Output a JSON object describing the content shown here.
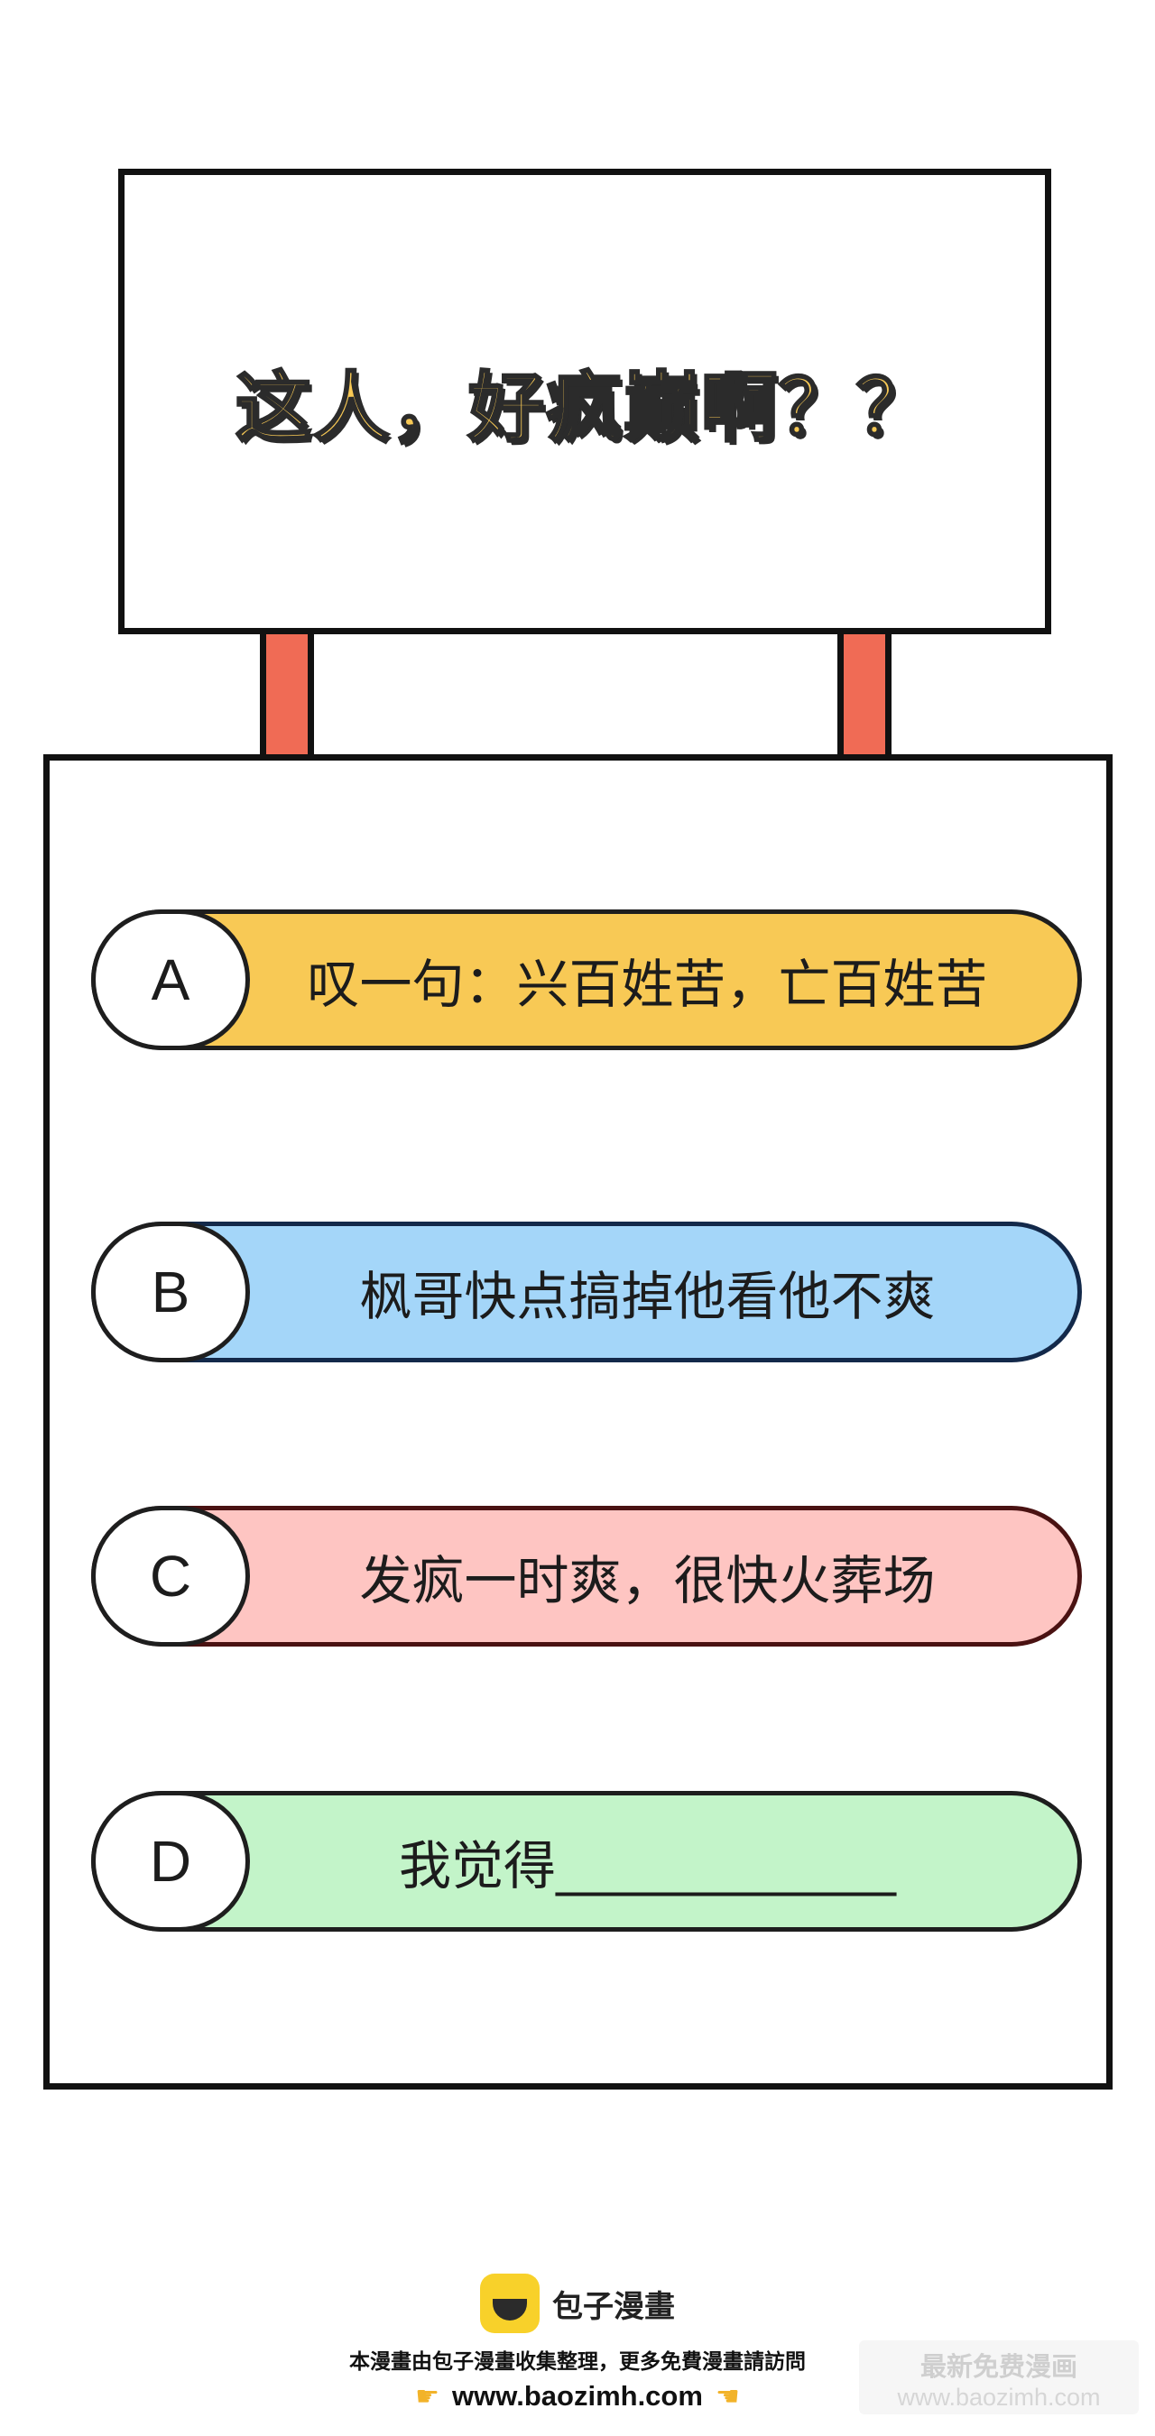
{
  "sign": {
    "title": "这人，好疯巅啊？？"
  },
  "options": [
    {
      "letter": "A",
      "text": "叹一句：兴百姓苦，亡百姓苦",
      "color": "#f8c955"
    },
    {
      "letter": "B",
      "text": "枫哥快点搞掉他看他不爽",
      "color": "#a4d6f9"
    },
    {
      "letter": "C",
      "text": "发疯一时爽，很快火葬场",
      "color": "#fec5c2"
    },
    {
      "letter": "D",
      "text": "我觉得_____________",
      "color": "#c3f4c9"
    }
  ],
  "footer": {
    "brand": "包子漫畫",
    "notice": "本漫畫由包子漫畫收集整理，更多免費漫畫請訪問",
    "url": "www.baozimh.com",
    "icon": "pointing-hand-icon"
  },
  "watermark": {
    "title": "最新免费漫画",
    "url": "www.baozimh.com"
  }
}
